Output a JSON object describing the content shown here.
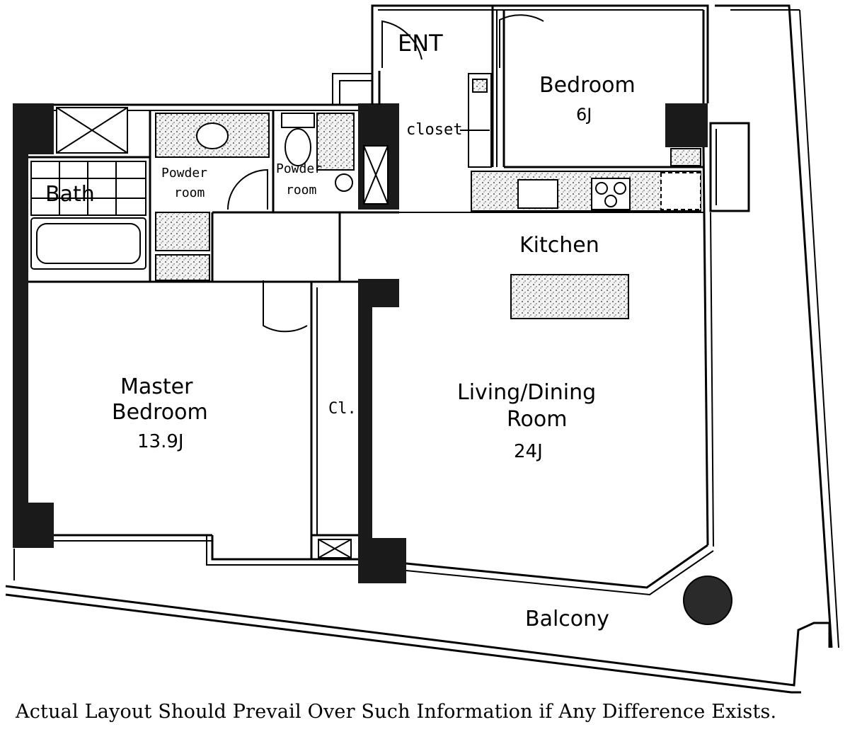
{
  "rooms": {
    "entrance": {
      "label": "ENT"
    },
    "bedroom": {
      "label": "Bedroom",
      "size": "6J"
    },
    "closet": {
      "label": "closet"
    },
    "bath": {
      "label": "Bath"
    },
    "powder_room_1": {
      "label_line1": "Powder",
      "label_line2": "room"
    },
    "powder_room_2": {
      "label_line1": "Powder",
      "label_line2": "room"
    },
    "kitchen": {
      "label": "Kitchen"
    },
    "master_bedroom": {
      "label_line1": "Master",
      "label_line2": "Bedroom",
      "size": "13.9J"
    },
    "closet_small": {
      "label": "Cl."
    },
    "living_dining": {
      "label_line1": "Living/Dining",
      "label_line2": "Room",
      "size": "24J"
    },
    "balcony": {
      "label": "Balcony"
    }
  },
  "disclaimer": "Actual Layout Should Prevail Over Such Information if Any Difference Exists."
}
